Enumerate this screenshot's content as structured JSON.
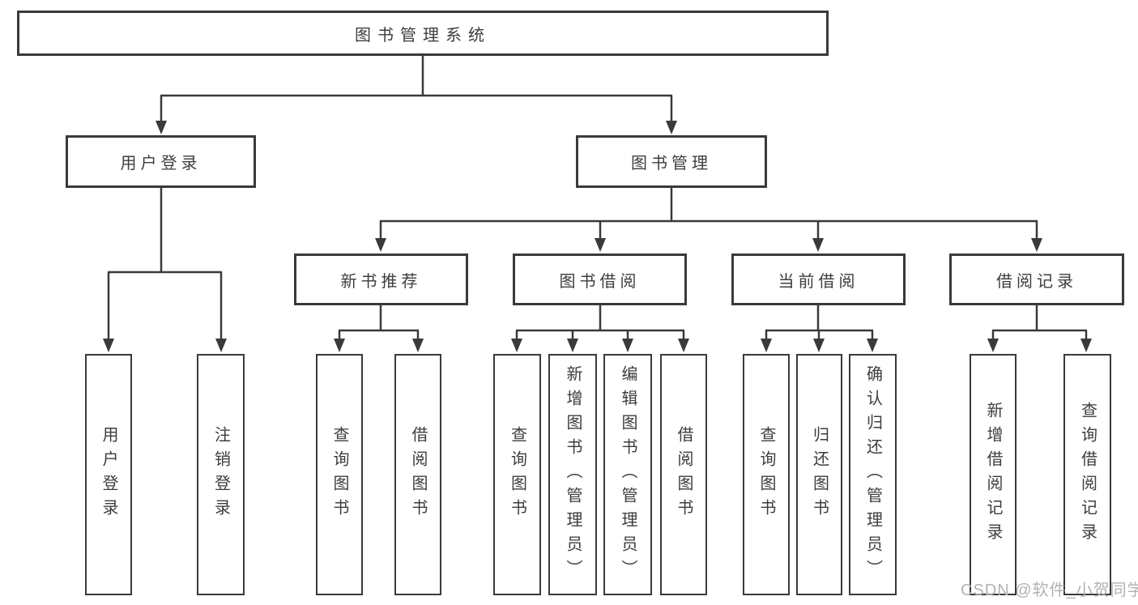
{
  "diagram": {
    "nodes": {
      "root": "图书管理系统",
      "user_login": "用户登录",
      "book_mgmt": "图书管理",
      "new_book_rec": "新书推荐",
      "book_borrow": "图书借阅",
      "current_borrow": "当前借阅",
      "borrow_records": "借阅记录",
      "ul_login": "用户登录",
      "ul_logout": "注销登录",
      "ns_query": "查询图书",
      "ns_borrow": "借阅图书",
      "bb_query": "查询图书",
      "bb_add": "新增图书（管理员）",
      "bb_edit": "编辑图书（管理员）",
      "bb_borrow": "借阅图书",
      "cb_query": "查询图书",
      "cb_return": "归还图书",
      "cb_confirm": "确认归还（管理员）",
      "br_add": "新增借阅记录",
      "br_query": "查询借阅记录"
    },
    "edges": [
      [
        "root",
        "user_login"
      ],
      [
        "root",
        "book_mgmt"
      ],
      [
        "user_login",
        "ul_login"
      ],
      [
        "user_login",
        "ul_logout"
      ],
      [
        "book_mgmt",
        "new_book_rec"
      ],
      [
        "book_mgmt",
        "book_borrow"
      ],
      [
        "book_mgmt",
        "current_borrow"
      ],
      [
        "book_mgmt",
        "borrow_records"
      ],
      [
        "new_book_rec",
        "ns_query"
      ],
      [
        "new_book_rec",
        "ns_borrow"
      ],
      [
        "book_borrow",
        "bb_query"
      ],
      [
        "book_borrow",
        "bb_add"
      ],
      [
        "book_borrow",
        "bb_edit"
      ],
      [
        "book_borrow",
        "bb_borrow"
      ],
      [
        "current_borrow",
        "cb_query"
      ],
      [
        "current_borrow",
        "cb_return"
      ],
      [
        "current_borrow",
        "cb_confirm"
      ],
      [
        "borrow_records",
        "br_add"
      ],
      [
        "borrow_records",
        "br_query"
      ]
    ],
    "line_color": "#3a3a3a",
    "watermark": "CSDN @软件_小贺同学"
  }
}
